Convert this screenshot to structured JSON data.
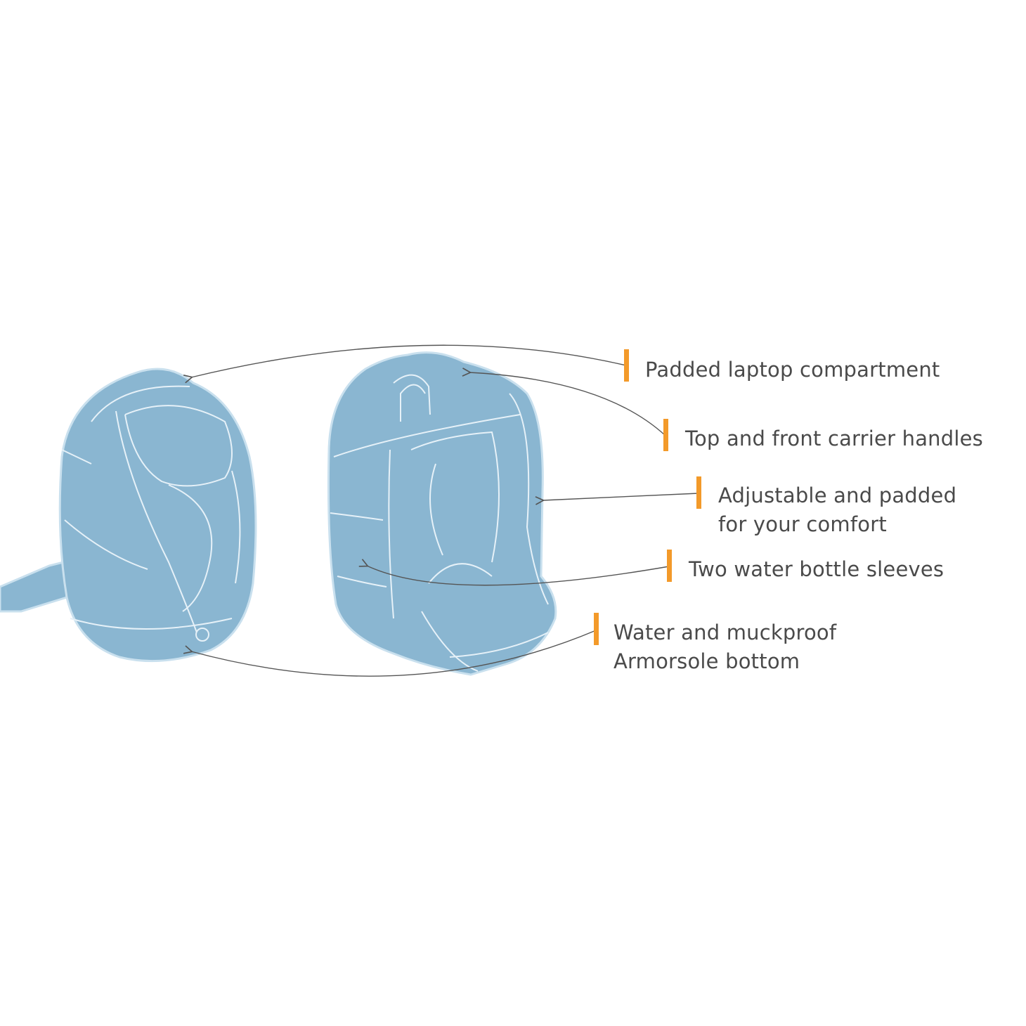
{
  "colors": {
    "accent": "#f39a2a",
    "bag_fill": "#8ab6d1",
    "text": "#4a4a4a",
    "leader": "#555555"
  },
  "callouts": [
    {
      "lines": [
        "Padded laptop compartment"
      ]
    },
    {
      "lines": [
        "Top and front carrier handles"
      ]
    },
    {
      "lines": [
        "Adjustable and padded",
        "for your comfort"
      ]
    },
    {
      "lines": [
        "Two water bottle sleeves"
      ]
    },
    {
      "lines": [
        "Water and muckproof",
        "Armorsole bottom"
      ]
    }
  ]
}
